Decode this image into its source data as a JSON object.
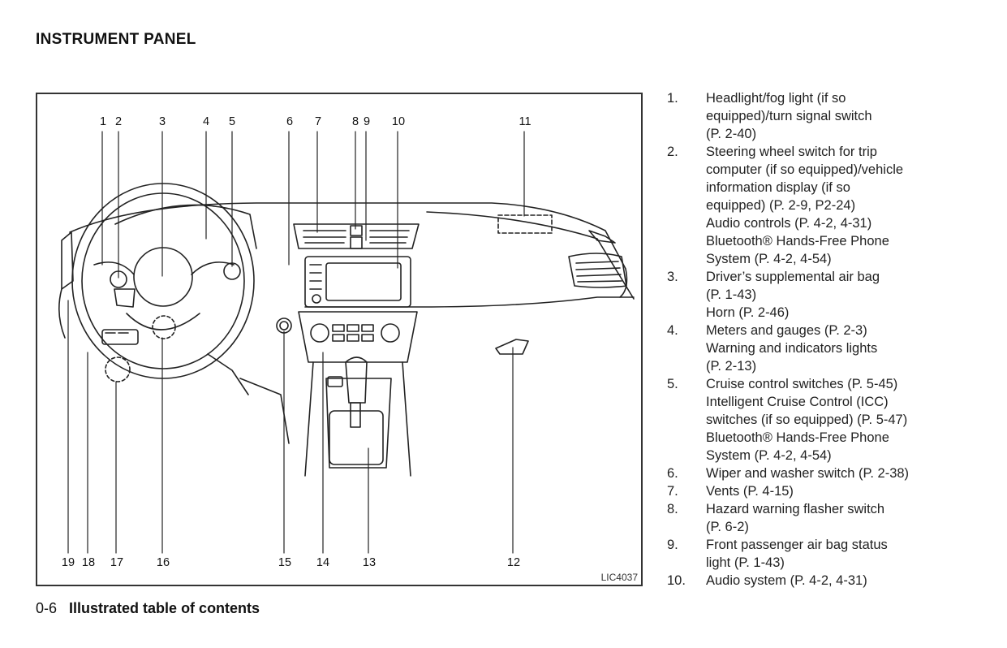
{
  "page": {
    "title": "INSTRUMENT PANEL",
    "footer_page": "0-6",
    "footer_section": "Illustrated table of contents"
  },
  "figure": {
    "id": "LIC4037",
    "callouts": [
      "1",
      "2",
      "3",
      "4",
      "5",
      "6",
      "7",
      "8",
      "9",
      "10",
      "11",
      "12",
      "13",
      "14",
      "15",
      "16",
      "17",
      "18",
      "19"
    ]
  },
  "legend": [
    {
      "num": "1.",
      "lines": [
        "Headlight/fog light (if so",
        "equipped)/turn signal switch",
        "(P. 2-40)"
      ]
    },
    {
      "num": "2.",
      "lines": [
        "Steering wheel switch for trip",
        "computer (if so equipped)/vehicle",
        "information display (if so",
        "equipped) (P. 2-9, P2-24)",
        "Audio controls (P. 4-2, 4-31)",
        "Bluetooth® Hands-Free Phone",
        "System (P. 4-2, 4-54)"
      ]
    },
    {
      "num": "3.",
      "lines": [
        "Driver’s supplemental air bag",
        "(P. 1-43)",
        "Horn (P. 2-46)"
      ]
    },
    {
      "num": "4.",
      "lines": [
        "Meters and gauges (P. 2-3)",
        "Warning and indicators lights",
        "(P. 2-13)"
      ]
    },
    {
      "num": "5.",
      "lines": [
        "Cruise control switches (P. 5-45)",
        "Intelligent Cruise Control (ICC)",
        "switches (if so equipped) (P. 5-47)",
        "Bluetooth® Hands-Free Phone",
        "System (P. 4-2, 4-54)"
      ]
    },
    {
      "num": "6.",
      "lines": [
        "Wiper and washer switch (P. 2-38)"
      ]
    },
    {
      "num": "7.",
      "lines": [
        "Vents (P. 4-15)"
      ]
    },
    {
      "num": "8.",
      "lines": [
        "Hazard warning flasher switch",
        "(P. 6-2)"
      ]
    },
    {
      "num": "9.",
      "lines": [
        "Front passenger air bag status",
        "light (P. 1-43)"
      ]
    },
    {
      "num": "10.",
      "lines": [
        "Audio system (P. 4-2, 4-31)"
      ]
    }
  ]
}
